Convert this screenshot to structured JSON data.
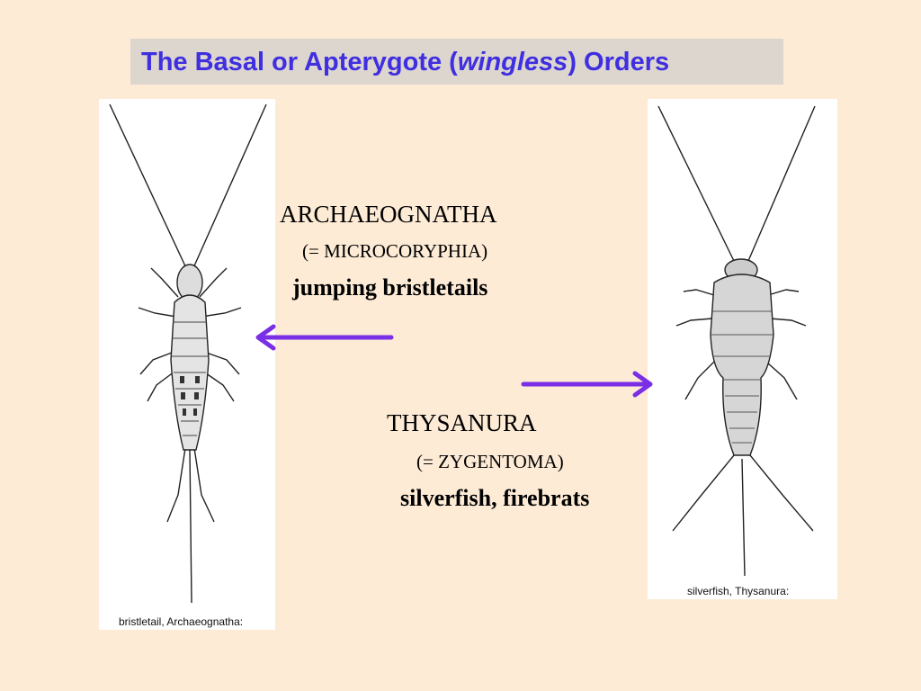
{
  "title": {
    "prefix": "The Basal or Apterygote (",
    "italic": "wingless",
    "suffix": ") Orders"
  },
  "left_panel": {
    "caption": "bristletail,  Archaeognatha:"
  },
  "right_panel": {
    "caption": "silverfish, Thysanura:"
  },
  "archaeognatha": {
    "order": "ARCHAEOGNATHA",
    "synonym": "(= MICROCORYPHIA)",
    "common": "jumping bristletails"
  },
  "thysanura": {
    "order": "THYSANURA",
    "synonym": "(= ZYGENTOMA)",
    "common": "silverfish, firebrats"
  },
  "colors": {
    "background": "#fdebd6",
    "title_box": "#dcd6cf",
    "title_text": "#3f2fe0",
    "arrow": "#7a2ee6"
  }
}
